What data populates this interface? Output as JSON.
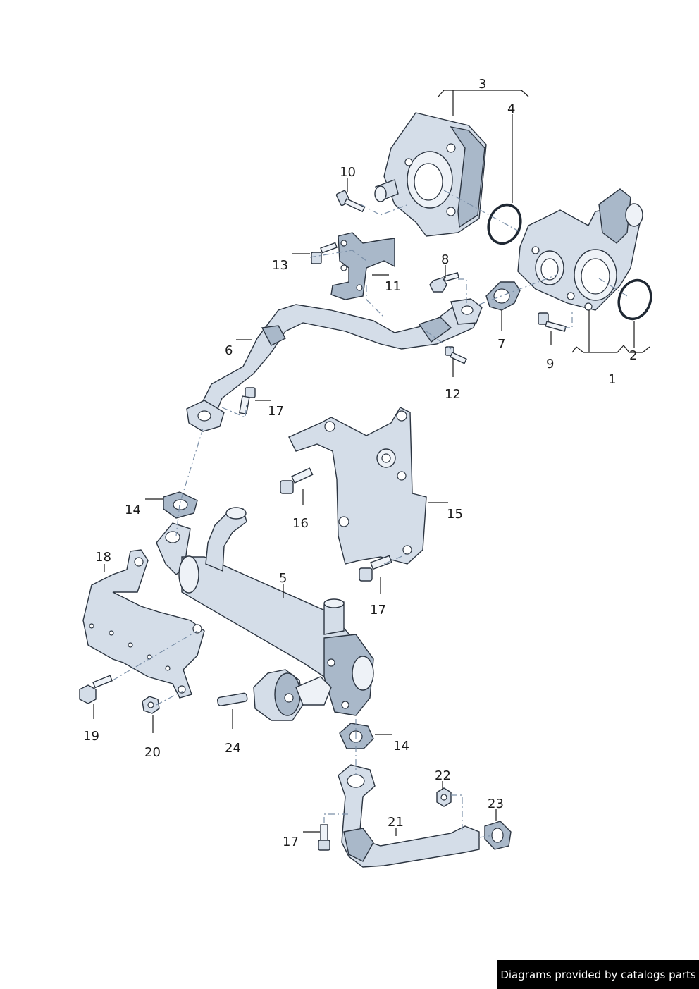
{
  "callouts": {
    "c1": "1",
    "c2": "2",
    "c3": "3",
    "c4": "4",
    "c5": "5",
    "c6": "6",
    "c7": "7",
    "c8": "8",
    "c9": "9",
    "c10": "10",
    "c11": "11",
    "c12": "12",
    "c13": "13",
    "c14a": "14",
    "c14b": "14",
    "c15": "15",
    "c16": "16",
    "c17a": "17",
    "c17b": "17",
    "c17c": "17",
    "c18": "18",
    "c19": "19",
    "c20": "20",
    "c21": "21",
    "c22": "22",
    "c23": "23",
    "c24": "24"
  },
  "footer": {
    "credit": "Diagrams provided by catalogs parts"
  }
}
